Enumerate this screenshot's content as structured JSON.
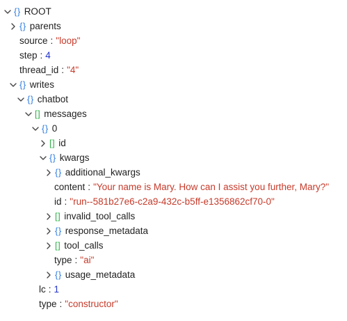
{
  "icons": {
    "object": "{}",
    "array": "[]",
    "expanded": "chevron-down-icon",
    "collapsed": "chevron-right-icon"
  },
  "colors": {
    "object_icon": "#2f7de1",
    "array_icon": "#30b14a",
    "string_value": "#c63a2a",
    "number_value": "#2233cc"
  },
  "tree": {
    "root": {
      "label": "ROOT"
    },
    "parents": {
      "label": "parents"
    },
    "source": {
      "key": "source",
      "colon": ":",
      "value": "\"loop\""
    },
    "step": {
      "key": "step",
      "colon": ":",
      "value": "4"
    },
    "thread_id": {
      "key": "thread_id",
      "colon": ":",
      "value": "\"4\""
    },
    "writes": {
      "label": "writes"
    },
    "chatbot": {
      "label": "chatbot"
    },
    "messages": {
      "label": "messages"
    },
    "item0": {
      "label": "0"
    },
    "id_array": {
      "label": "id"
    },
    "kwargs": {
      "label": "kwargs"
    },
    "additional_kwargs": {
      "label": "additional_kwargs"
    },
    "content": {
      "key": "content",
      "colon": ":",
      "value": "\"Your name is Mary. How can I assist you further, Mary?\""
    },
    "id_value": {
      "key": "id",
      "colon": ":",
      "value": "\"run--581b27e6-c2a9-432c-b5ff-e1356862cf70-0\""
    },
    "invalid_tool_calls": {
      "label": "invalid_tool_calls"
    },
    "response_metadata": {
      "label": "response_metadata"
    },
    "tool_calls": {
      "label": "tool_calls"
    },
    "type_ai": {
      "key": "type",
      "colon": ":",
      "value": "\"ai\""
    },
    "usage_metadata": {
      "label": "usage_metadata"
    },
    "lc": {
      "key": "lc",
      "colon": ":",
      "value": "1"
    },
    "type_constructor": {
      "key": "type",
      "colon": ":",
      "value": "\"constructor\""
    }
  }
}
